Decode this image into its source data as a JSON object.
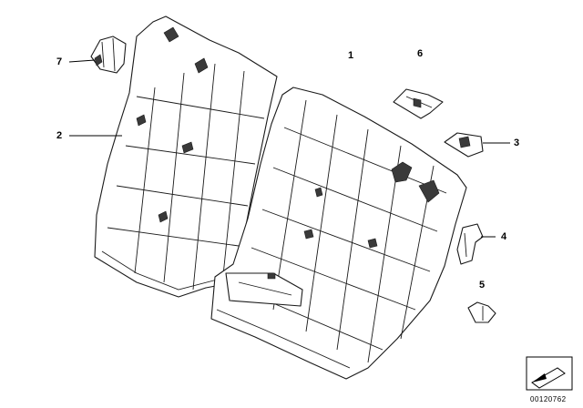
{
  "callouts": {
    "c1": "1",
    "c2": "2",
    "c3": "3",
    "c4": "4",
    "c5": "5",
    "c6": "6",
    "c7": "7"
  },
  "doc_number": "00120762"
}
